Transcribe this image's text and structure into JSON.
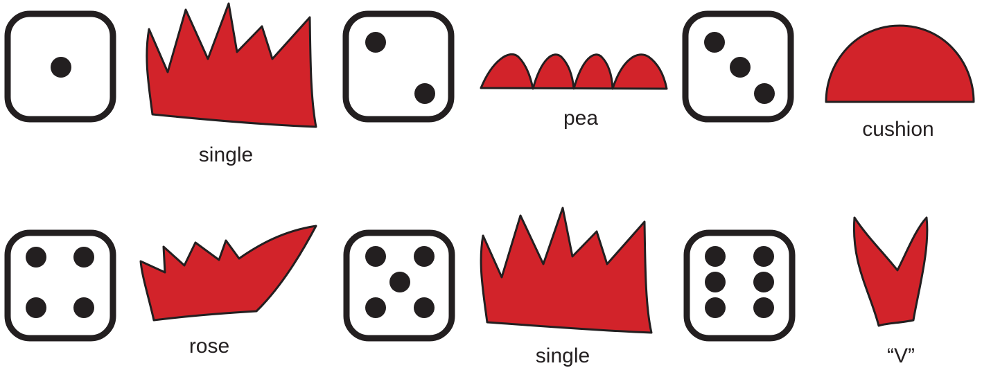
{
  "colors": {
    "comb_fill": "#d2232a",
    "outline": "#231f20",
    "background": "#ffffff"
  },
  "items": [
    {
      "die_face": 1,
      "comb_type": "single",
      "label": "single"
    },
    {
      "die_face": 2,
      "comb_type": "pea",
      "label": "pea"
    },
    {
      "die_face": 3,
      "comb_type": "cushion",
      "label": "cushion"
    },
    {
      "die_face": 4,
      "comb_type": "rose",
      "label": "rose"
    },
    {
      "die_face": 5,
      "comb_type": "single",
      "label": "single"
    },
    {
      "die_face": 6,
      "comb_type": "v",
      "label": "“V”"
    }
  ]
}
